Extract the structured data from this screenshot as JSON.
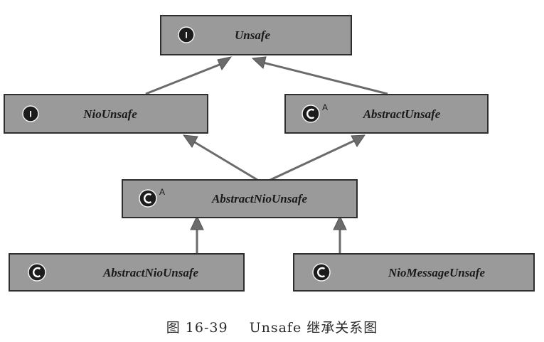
{
  "nodes": {
    "unsafe": {
      "label": "Unsafe",
      "icon": "interface-icon",
      "icon_letter": "I",
      "abstract_mark": ""
    },
    "nio_unsafe": {
      "label": "NioUnsafe",
      "icon": "interface-icon",
      "icon_letter": "I",
      "abstract_mark": ""
    },
    "abstract_unsafe": {
      "label": "AbstractUnsafe",
      "icon": "class-icon",
      "icon_letter": "",
      "abstract_mark": "A"
    },
    "abstract_nio_unsafe": {
      "label": "AbstractNioUnsafe",
      "icon": "class-icon",
      "icon_letter": "",
      "abstract_mark": "A"
    },
    "abstract_nio_unsafe_sub": {
      "label": "AbstractNioUnsafe",
      "icon": "class-icon",
      "icon_letter": "",
      "abstract_mark": ""
    },
    "nio_message_unsafe": {
      "label": "NioMessageUnsafe",
      "icon": "class-icon",
      "icon_letter": "",
      "abstract_mark": ""
    }
  },
  "edges": [
    {
      "from": "nio_unsafe",
      "to": "unsafe"
    },
    {
      "from": "abstract_unsafe",
      "to": "unsafe"
    },
    {
      "from": "abstract_nio_unsafe",
      "to": "nio_unsafe"
    },
    {
      "from": "abstract_nio_unsafe",
      "to": "abstract_unsafe"
    },
    {
      "from": "abstract_nio_unsafe_sub",
      "to": "abstract_nio_unsafe"
    },
    {
      "from": "nio_message_unsafe",
      "to": "abstract_nio_unsafe"
    }
  ],
  "caption": {
    "figure_number": "图 16-39",
    "title": "Unsafe 继承关系图"
  },
  "colors": {
    "box_fill": "#9a9a9a",
    "box_border": "#2e2e2e",
    "edge": "#6b6b6b",
    "icon_badge": "#1c1c1c"
  }
}
